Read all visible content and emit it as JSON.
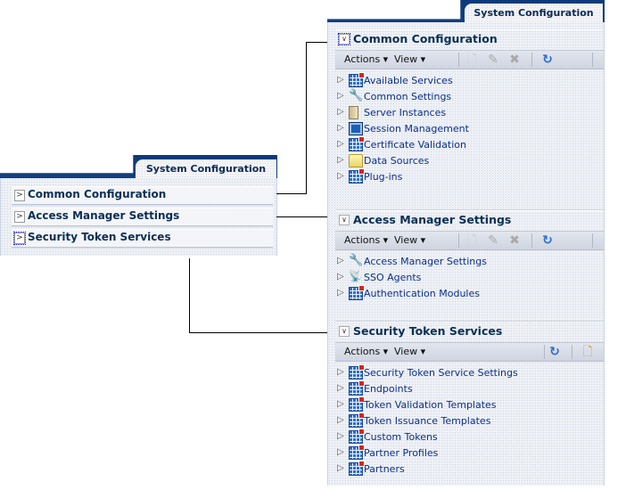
{
  "left_panel": {
    "tab": "System Configuration",
    "rows": [
      {
        "label": "Common Configuration"
      },
      {
        "label": "Access Manager Settings"
      },
      {
        "label": "Security Token Services"
      }
    ]
  },
  "right_panel": {
    "tab": "System Configuration",
    "toolbar": {
      "actions": "Actions",
      "view": "View"
    },
    "sections": [
      {
        "title": "Common Configuration",
        "items": [
          {
            "label": "Available Services",
            "icon": "grid"
          },
          {
            "label": "Common Settings",
            "icon": "wrench"
          },
          {
            "label": "Server Instances",
            "icon": "server"
          },
          {
            "label": "Session Management",
            "icon": "monitor"
          },
          {
            "label": "Certificate Validation",
            "icon": "grid"
          },
          {
            "label": "Data Sources",
            "icon": "folder"
          },
          {
            "label": "Plug-ins",
            "icon": "grid"
          }
        ]
      },
      {
        "title": "Access Manager Settings",
        "items": [
          {
            "label": "Access Manager Settings",
            "icon": "wrench"
          },
          {
            "label": "SSO Agents",
            "icon": "satellite"
          },
          {
            "label": "Authentication Modules",
            "icon": "grid"
          }
        ]
      },
      {
        "title": "Security Token Services",
        "items": [
          {
            "label": "Security Token Service Settings",
            "icon": "grid"
          },
          {
            "label": "Endpoints",
            "icon": "grid"
          },
          {
            "label": "Token Validation Templates",
            "icon": "grid"
          },
          {
            "label": "Token Issuance Templates",
            "icon": "grid"
          },
          {
            "label": "Custom Tokens",
            "icon": "grid"
          },
          {
            "label": "Partner Profiles",
            "icon": "grid"
          },
          {
            "label": "Partners",
            "icon": "grid"
          }
        ]
      }
    ]
  },
  "colors": {
    "tab_bar": "#0b3a7a",
    "header_text": "#0a2f55",
    "link": "#0a2f8c"
  }
}
